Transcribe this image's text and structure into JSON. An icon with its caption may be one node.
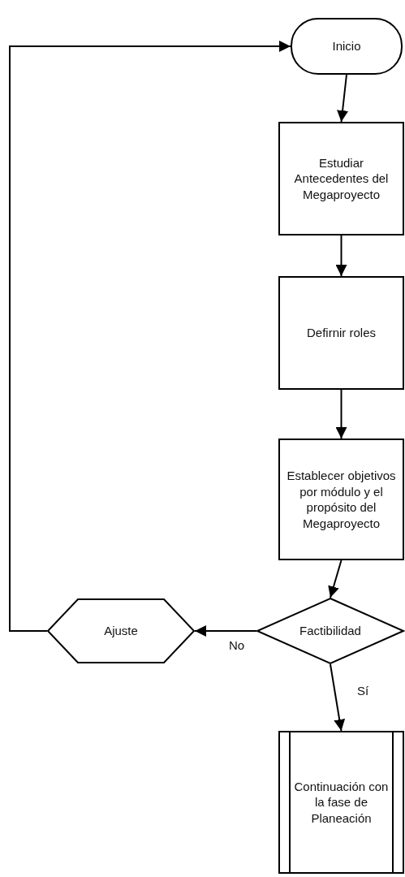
{
  "diagram": {
    "nodes": [
      {
        "text": [
          "Inicio"
        ]
      },
      {
        "text": [
          "Estudiar Antecedentes del Megaproyecto"
        ]
      },
      {
        "text": [
          "Defirnir roles"
        ]
      },
      {
        "text": [
          "Establecer objetivos por módulo y  el propósito del Megaproyecto"
        ]
      },
      {
        "text": [
          "Factibilidad"
        ]
      },
      {
        "text": [
          "Ajuste"
        ]
      },
      {
        "text": [
          "Continuación con la fase de Planeación"
        ]
      }
    ],
    "edges": [
      {
        "from": 0,
        "to": 1,
        "arrow": "to"
      },
      {
        "from": 1,
        "to": 2,
        "arrow": "to"
      },
      {
        "from": 2,
        "to": 3,
        "arrow": "to"
      },
      {
        "from": 3,
        "to": 4,
        "arrow": "to"
      },
      {
        "from": 4,
        "to": 5,
        "arrow": "to",
        "label": "No"
      },
      {
        "from": 4,
        "to": 6,
        "arrow": "to",
        "label": "Sí"
      },
      {
        "from": 5,
        "to": 0,
        "arrow": "to"
      }
    ]
  }
}
